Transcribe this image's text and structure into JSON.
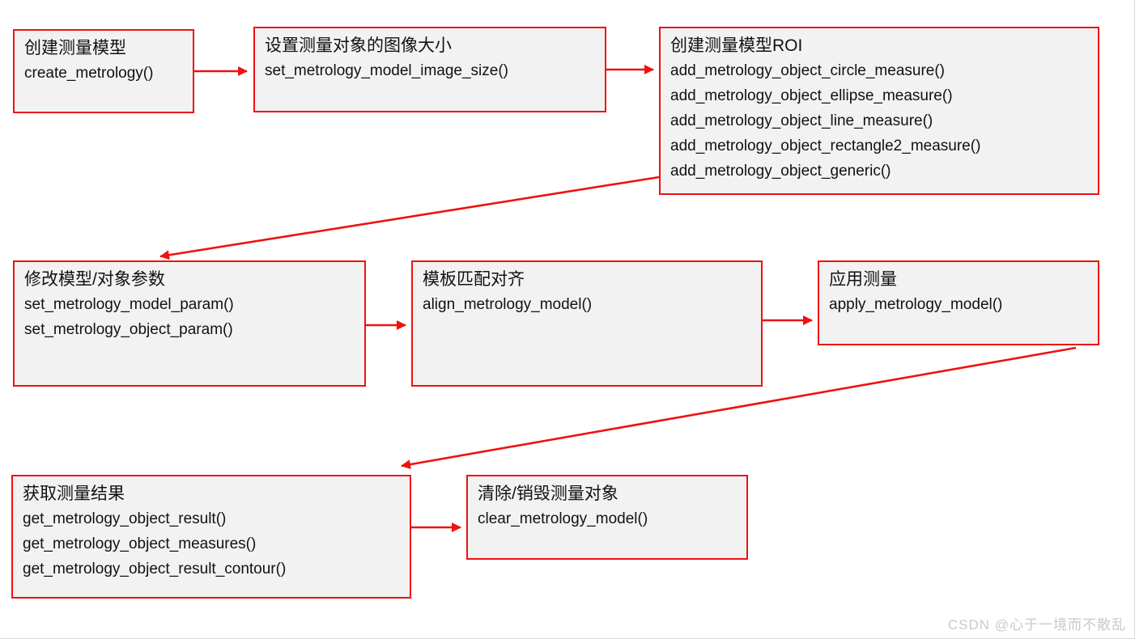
{
  "diagram": {
    "description": "metrology workflow flowchart",
    "watermark": "CSDN @心于一境而不散乱"
  },
  "colors": {
    "accent_red": "#ee1111",
    "box_fill": "#f2f2f2",
    "watermark_gray": "#c9c9c9"
  },
  "boxes": [
    {
      "title": "创建测量模型",
      "functions": [
        "create_metrology()"
      ]
    },
    {
      "title": "设置测量对象的图像大小",
      "functions": [
        "set_metrology_model_image_size()"
      ]
    },
    {
      "title": "创建测量模型ROI",
      "functions": [
        "add_metrology_object_circle_measure()",
        "add_metrology_object_ellipse_measure()",
        "add_metrology_object_line_measure()",
        "add_metrology_object_rectangle2_measure()",
        "add_metrology_object_generic()"
      ]
    },
    {
      "title": "修改模型/对象参数",
      "functions": [
        "set_metrology_model_param()",
        "set_metrology_object_param()"
      ]
    },
    {
      "title": "模板匹配对齐",
      "functions": [
        "align_metrology_model()"
      ]
    },
    {
      "title": "应用测量",
      "functions": [
        "apply_metrology_model()"
      ]
    },
    {
      "title": "获取测量结果",
      "functions": [
        "get_metrology_object_result()",
        "get_metrology_object_measures()",
        "get_metrology_object_result_contour()"
      ]
    },
    {
      "title": "清除/销毁测量对象",
      "functions": [
        "clear_metrology_model()"
      ]
    }
  ]
}
